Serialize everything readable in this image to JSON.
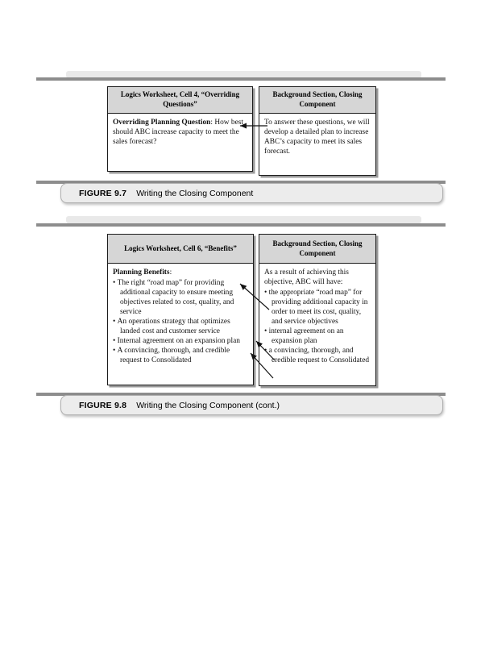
{
  "figures": [
    {
      "caption_label": "FIGURE 9.7",
      "caption_text": "Writing the Closing Component",
      "left_box": {
        "header": "Logics Worksheet, Cell 4, “Overriding Questions”",
        "body_bold": "Overriding Planning Question",
        "body_rest": ": How best should ABC increase capacity to meet the sales forecast?"
      },
      "right_box": {
        "header": "Background Section, Closing Component",
        "body": "To answer these questions, we will develop a detailed plan to increase ABC’s capacity to meet its sales forecast."
      }
    },
    {
      "caption_label": "FIGURE 9.8",
      "caption_text": "Writing the Closing Component (cont.)",
      "left_box": {
        "header": "Logics Worksheet, Cell 6, “Benefits”",
        "body_bold": "Planning Benefits",
        "body_rest": ":",
        "bullets": [
          "The right “road map” for providing additional capacity to ensure meeting objectives related to cost, quality, and service",
          "An operations strategy that optimizes landed cost and customer service",
          "Internal agreement on an expansion plan",
          "A convincing, thorough, and credible request to Consolidated"
        ]
      },
      "right_box": {
        "header": "Background Section, Closing Component",
        "intro": "As a result of achieving this objective, ABC will have:",
        "bullets": [
          "the appropriate “road map” for providing additional capacity in order to meet its cost, quality, and service objectives",
          "internal agreement on an expansion plan",
          "a convincing, thorough, and credible request to Consolidated"
        ]
      }
    }
  ],
  "colors": {
    "box_header_bg": "#d6d6d6",
    "box_border": "#1c1c1c",
    "box_shadow": "#9a9a9a",
    "panel_strip": "#e9e9e9",
    "panel_rule": "#8d8d8d",
    "caption_bar_bg": "#ececec",
    "caption_bar_border": "#b0b0b0"
  }
}
